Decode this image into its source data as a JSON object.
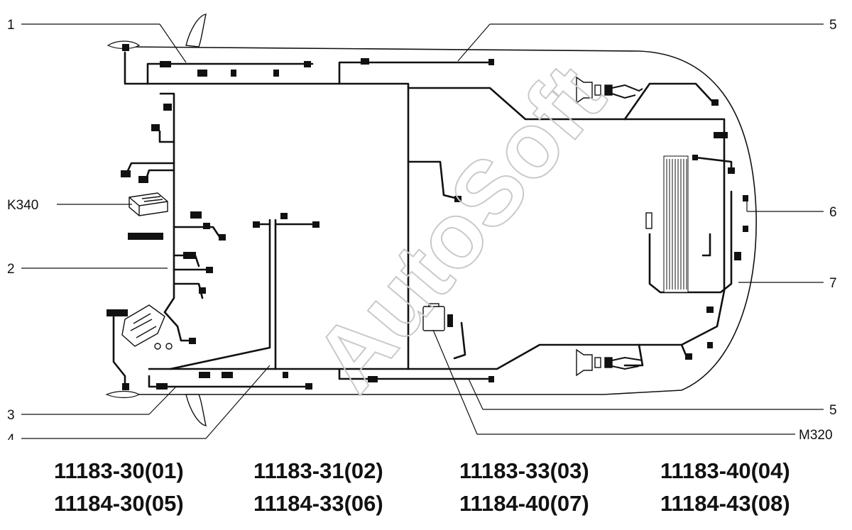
{
  "watermark": "AutoSoft",
  "callouts": {
    "c1": "1",
    "c2": "2",
    "c3": "3",
    "c4": "4",
    "c5_top": "5",
    "c5_bottom": "5",
    "c6": "6",
    "c7": "7",
    "k340": "K340",
    "m320": "M320"
  },
  "model_codes": [
    "11183-30(01)",
    "11183-31(02)",
    "11183-33(03)",
    "11183-40(04)",
    "11184-30(05)",
    "11184-33(06)",
    "11184-40(07)",
    "11184-43(08)"
  ]
}
